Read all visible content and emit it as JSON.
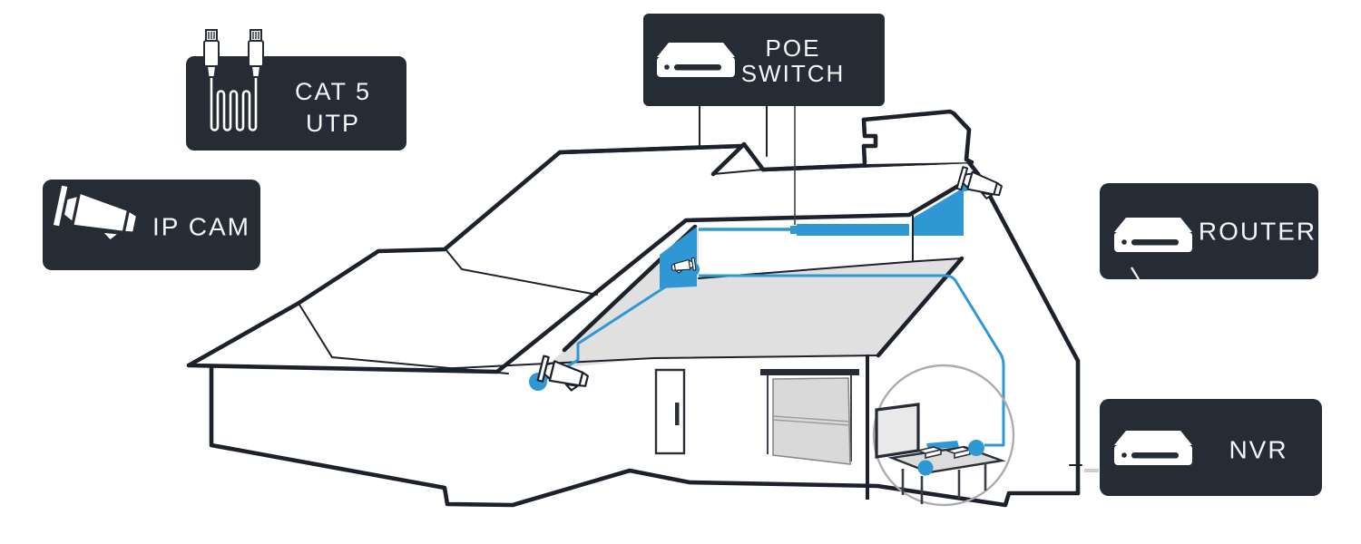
{
  "labels": {
    "cat5": {
      "line1": "CAT 5",
      "line2": "UTP"
    },
    "poe": {
      "line1": "POE",
      "line2": "SWITCH"
    },
    "ipcam": {
      "text": "IP CAM"
    },
    "router": {
      "text": "ROUTER"
    },
    "nvr": {
      "text": "NVR"
    }
  },
  "icons": {
    "cat5": "ethernet-cable-icon",
    "poe": "poe-switch-icon",
    "ipcam": "ip-camera-icon",
    "router": "router-icon",
    "nvr": "nvr-icon"
  },
  "colors": {
    "accent_blue": "#2F98D4",
    "outline_dark": "#1C212C",
    "label_bg": "#262C36",
    "label_text": "#F5F6F7",
    "roof_gray": "#E0E0E0",
    "callout_gray": "#ACACAC"
  }
}
